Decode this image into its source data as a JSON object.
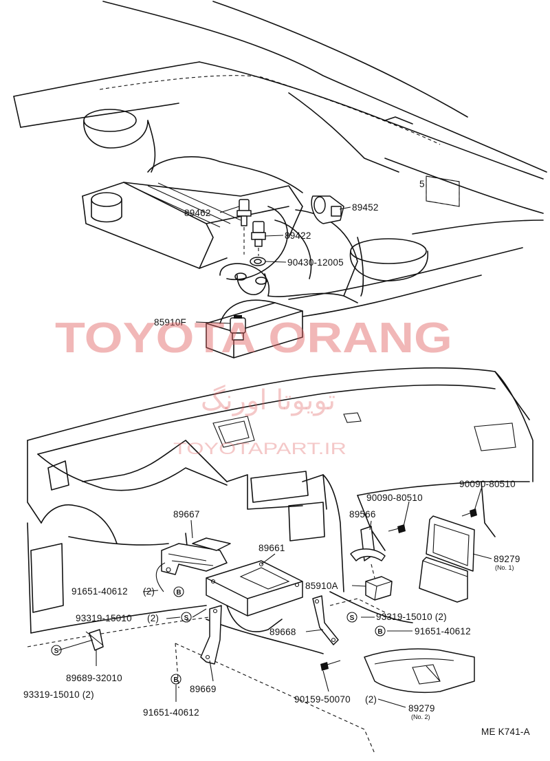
{
  "watermark": {
    "brand_en": "TOYOTA ORANG",
    "brand_fa": "تویوتا اورنگ",
    "site": "TOYOTAPART.IR"
  },
  "diagram_code": "ME K741-A",
  "callout_symbols": {
    "bolt": "B",
    "screw": "S"
  },
  "labels": {
    "p89462": "89462",
    "p89452": "89452",
    "p89422": "89422",
    "p90430_12005": "90430-12005",
    "p85910F": "85910F",
    "p90090_80510_a": "90090-80510",
    "p90090_80510_b": "90090-80510",
    "p89667": "89667",
    "p89566": "89566",
    "p89661": "89661",
    "p89279_no1": "89279",
    "p89279_no1_sub": "(No. 1)",
    "p85910A": "85910A",
    "p91651_40612_a": "91651-40612",
    "p2_a": "(2)",
    "p93319_15010_a": "93319-15010",
    "p2_b": "(2)",
    "p93319_15010_b": "93319-15010 (2)",
    "p91651_40612_b": "91651-40612",
    "p89668": "89668",
    "p89689_32010": "89689-32010",
    "p93319_15010_c": "93319-15010 (2)",
    "p89669": "89669",
    "p91651_40612_c": "91651-40612",
    "p90159_50070": "90159-50070",
    "p2_c": "(2)",
    "p89279_no2": "89279",
    "p89279_no2_sub": "(No. 2)"
  }
}
